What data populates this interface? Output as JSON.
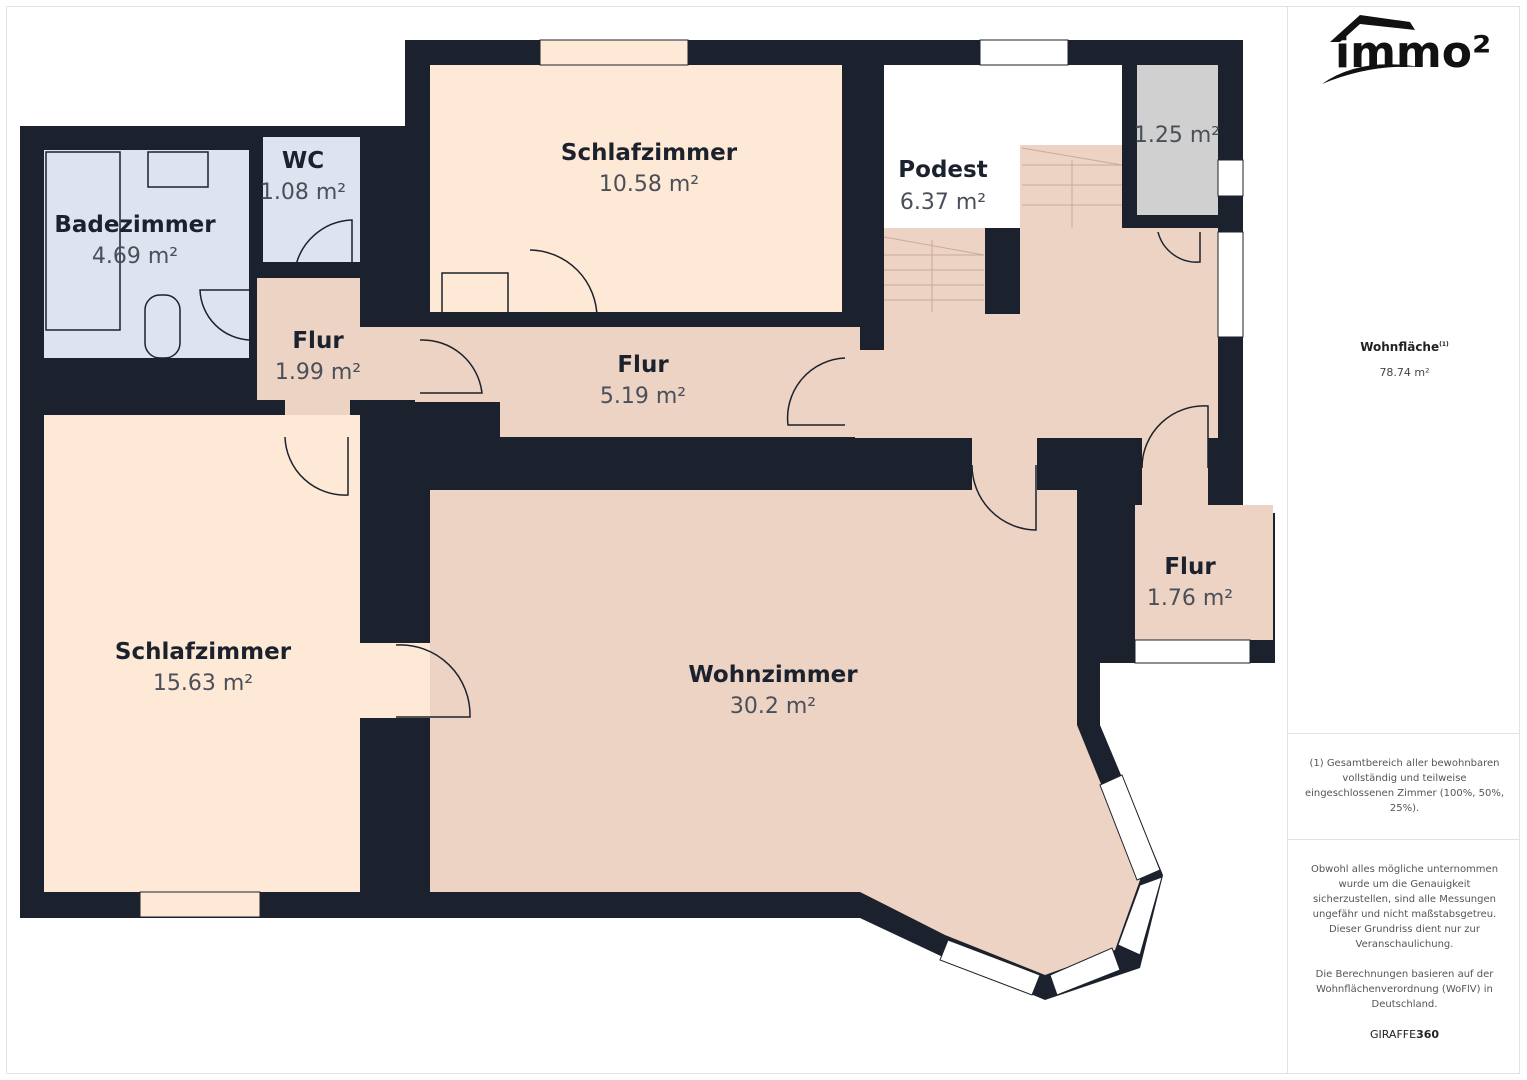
{
  "rooms": [
    {
      "name": "Badezimmer",
      "area": "4.69 m²"
    },
    {
      "name": "WC",
      "area": "1.08 m²"
    },
    {
      "name": "Flur",
      "area": "1.99 m²"
    },
    {
      "name": "Schlafzimmer",
      "area": "10.58 m²"
    },
    {
      "name": "Flur",
      "area": "5.19 m²"
    },
    {
      "name": "Podest",
      "area": "6.37 m²"
    },
    {
      "name": "",
      "area": "1.25 m²"
    },
    {
      "name": "Flur",
      "area": "1.76 m²"
    },
    {
      "name": "Schlafzimmer",
      "area": "15.63 m²"
    },
    {
      "name": "Wohnzimmer",
      "area": "30.2 m²"
    }
  ],
  "logo": {
    "text": "immo²"
  },
  "summary": {
    "label": "Wohnfläche",
    "superscript": "(1)",
    "value": "78.74 m²"
  },
  "footnote": "(1) Gesamtbereich aller bewohnbaren vollständig und teilweise eingeschlossenen Zimmer (100%, 50%, 25%).",
  "disclaimer": "Obwohl alles mögliche unternommen wurde um die Genauigkeit sicherzustellen, sind alle Messungen ungefähr und nicht maßstabsgetreu. Dieser Grundriss dient nur zur Veranschaulichung.",
  "calculation_note": "Die Berechnungen basieren auf der Wohnflächenverordnung (WoFlV) in Deutschland.",
  "brand": {
    "prefix": "GIRAFFE",
    "suffix": "360"
  },
  "colors": {
    "wall": "#1c222d",
    "bedroom": "#fde9d6",
    "hall": "#ecd3c4",
    "bath": "#dde3ef",
    "storage": "#d0d0d0"
  }
}
